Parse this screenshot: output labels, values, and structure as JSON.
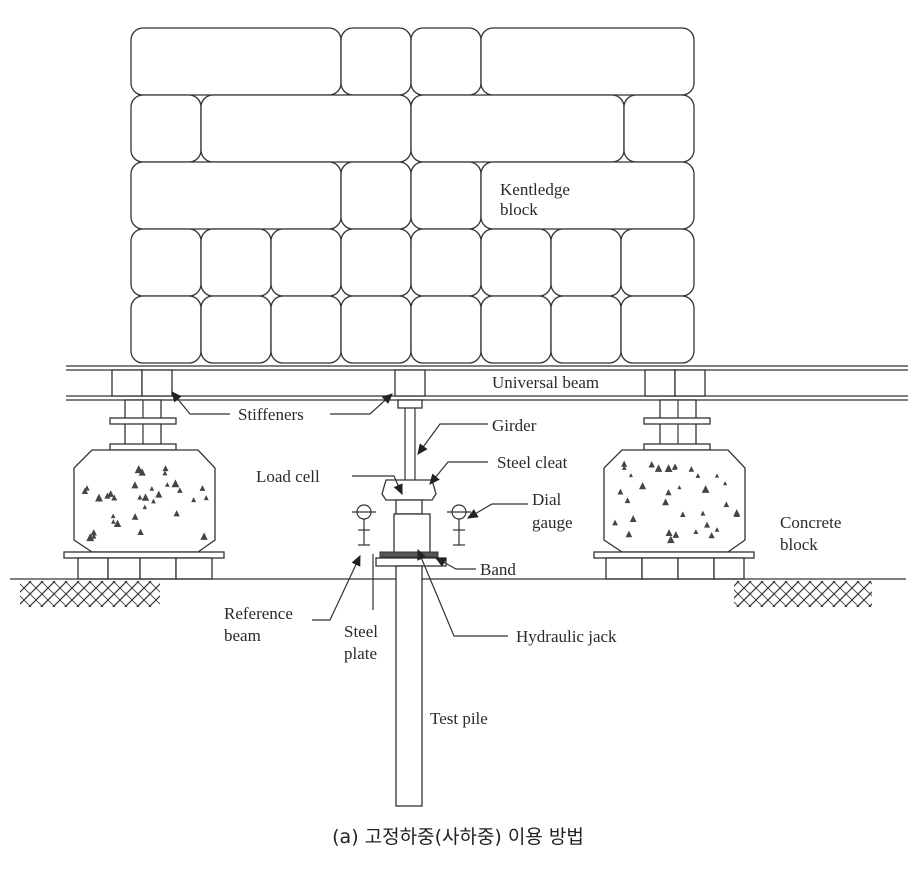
{
  "labels": {
    "kentledge_line1": "Kentledge",
    "kentledge_line2": "block",
    "universal_beam": "Universal beam",
    "stiffeners": "Stiffeners",
    "girder": "Girder",
    "steel_cleat": "Steel cleat",
    "load_cell": "Load cell",
    "dial_line1": "Dial",
    "dial_line2": "gauge",
    "concrete_line1": "Concrete",
    "concrete_line2": "block",
    "band": "Band",
    "reference_line1": "Reference",
    "reference_line2": "beam",
    "steel_plate_line1": "Steel",
    "steel_plate_line2": "plate",
    "hydraulic_jack": "Hydraulic jack",
    "test_pile": "Test pile"
  },
  "caption": "(a) 고정하중(사하중) 이용 방법"
}
